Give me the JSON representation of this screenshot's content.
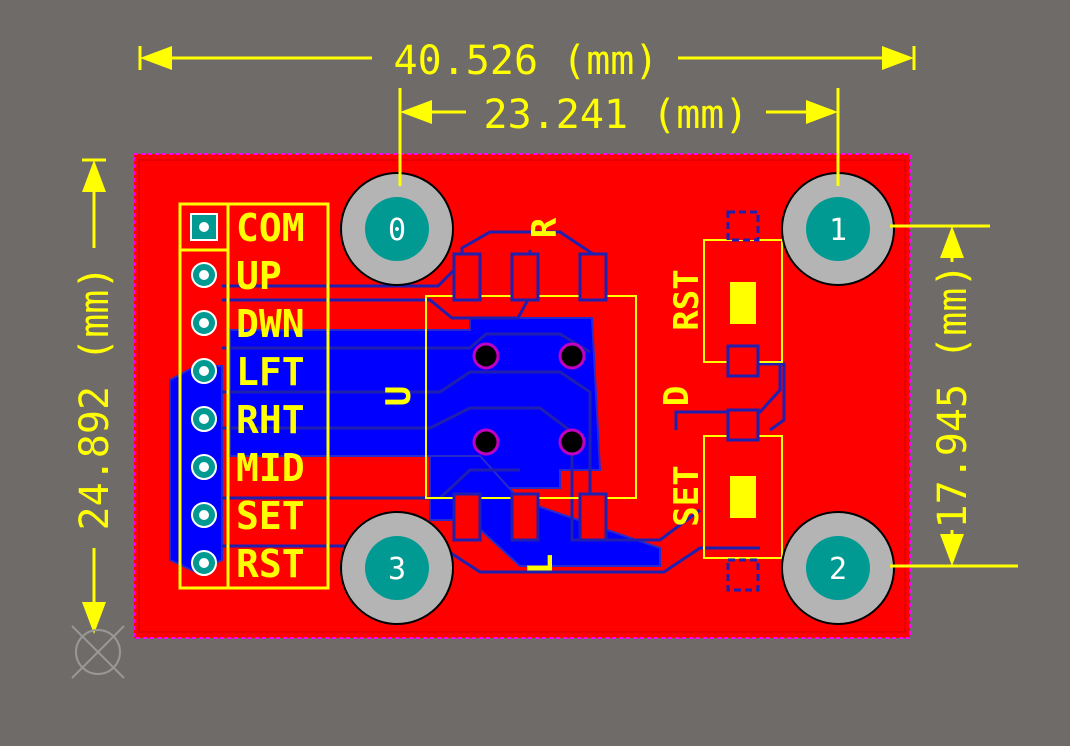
{
  "colors": {
    "background": "#6e6b69",
    "board": "#ff0000",
    "board_outline": "#ff00ff",
    "dimension": "#ffff00",
    "silkscreen": "#ffff00",
    "bottom_copper": "#0000ff",
    "trace_outline": "#2020b0",
    "pad_copper": "#009a92",
    "mount_hole_ring": "#b4b4b4",
    "pad_label": "#ffffff",
    "via_ring": "#c000c0"
  },
  "dimensions": {
    "width_total": "40.526 (mm)",
    "hole_spacing_x": "23.241 (mm)",
    "height_total": "24.892 (mm)",
    "hole_spacing_y": "17.945 (mm)"
  },
  "header": {
    "pins": [
      "COM",
      "UP",
      "DWN",
      "LFT",
      "RHT",
      "MID",
      "SET",
      "RST"
    ]
  },
  "mount_holes": [
    "0",
    "1",
    "2",
    "3"
  ],
  "joystick": {
    "directions": {
      "up": "U",
      "down": "D",
      "left": "L",
      "right": "R"
    }
  },
  "switches": {
    "reset": "RST",
    "set": "SET"
  },
  "icons": {
    "origin": "origin-marker-icon"
  }
}
